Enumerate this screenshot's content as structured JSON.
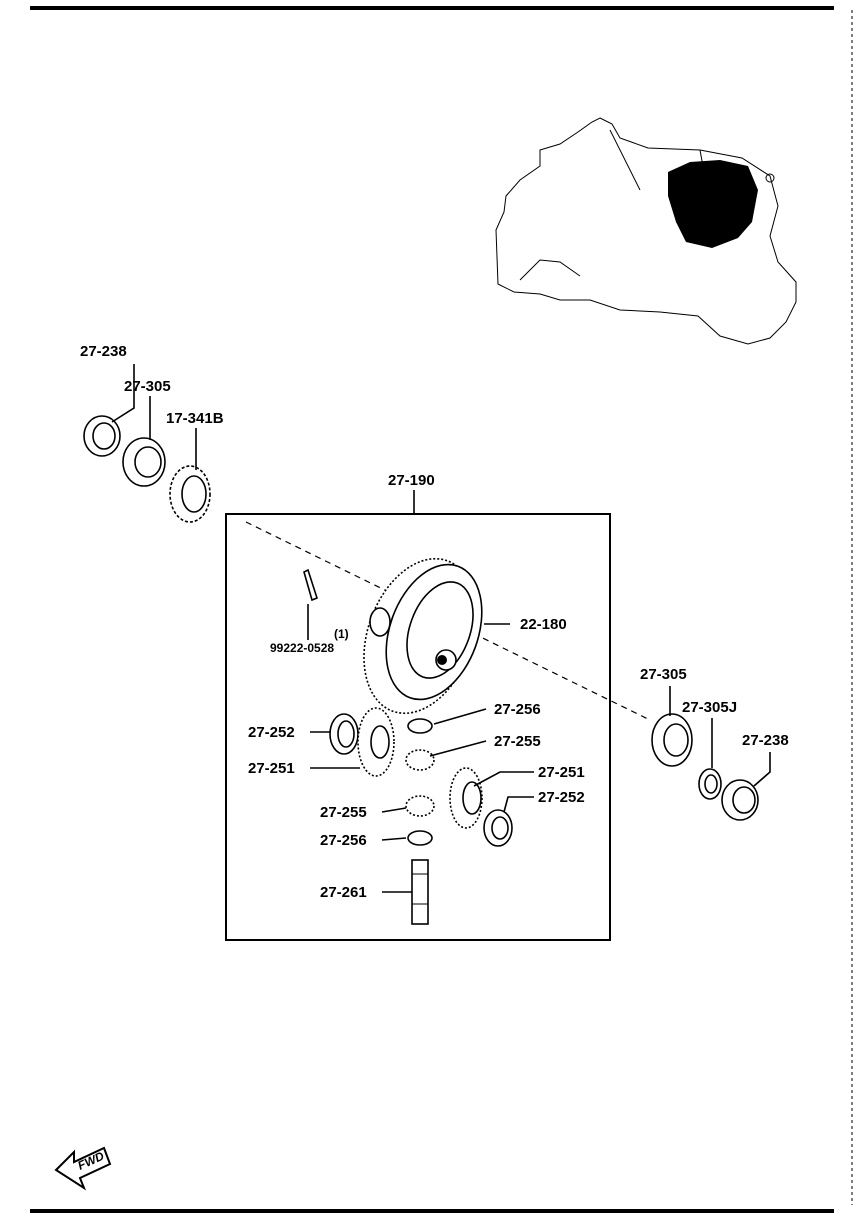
{
  "labels": {
    "l_27_238_a": "27-238",
    "l_27_305_a": "27-305",
    "l_17_341b": "17-341B",
    "l_27_190": "27-190",
    "l_22_180": "22-180",
    "l_99222": "99222-0528",
    "l_qty": "(1)",
    "l_27_256_a": "27-256",
    "l_27_255_a": "27-255",
    "l_27_252_a": "27-252",
    "l_27_251_a": "27-251",
    "l_27_251_b": "27-251",
    "l_27_252_b": "27-252",
    "l_27_255_b": "27-255",
    "l_27_256_b": "27-256",
    "l_27_261": "27-261",
    "l_27_305_b": "27-305",
    "l_27_305j": "27-305J",
    "l_27_238_b": "27-238"
  },
  "fwd_label": "FWD",
  "colors": {
    "ink": "#000000",
    "paper": "#ffffff"
  },
  "icons": {
    "direction": "fwd-arrow-icon"
  }
}
